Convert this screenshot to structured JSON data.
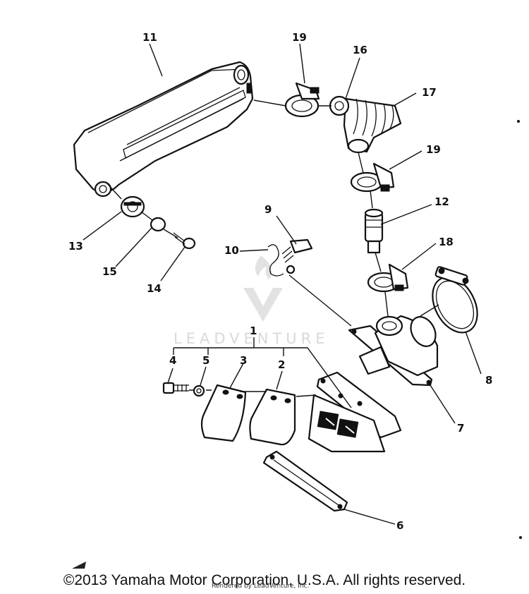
{
  "diagram": {
    "callouts": [
      {
        "id": "11",
        "label": "11"
      },
      {
        "id": "19a",
        "label": "19"
      },
      {
        "id": "16",
        "label": "16"
      },
      {
        "id": "17",
        "label": "17"
      },
      {
        "id": "19b",
        "label": "19"
      },
      {
        "id": "12",
        "label": "12"
      },
      {
        "id": "18",
        "label": "18"
      },
      {
        "id": "9",
        "label": "9"
      },
      {
        "id": "10",
        "label": "10"
      },
      {
        "id": "13",
        "label": "13"
      },
      {
        "id": "15",
        "label": "15"
      },
      {
        "id": "14",
        "label": "14"
      },
      {
        "id": "1",
        "label": "1"
      },
      {
        "id": "4",
        "label": "4"
      },
      {
        "id": "5",
        "label": "5"
      },
      {
        "id": "3",
        "label": "3"
      },
      {
        "id": "2",
        "label": "2"
      },
      {
        "id": "8",
        "label": "8"
      },
      {
        "id": "7",
        "label": "7"
      },
      {
        "id": "6",
        "label": "6"
      }
    ],
    "watermark": "LEADVENTURE"
  },
  "footer": {
    "copyright": "©2013 Yamaha Motor Corporation, U.S.A. All rights reserved.",
    "rendered_by": "Rendered by LeadVenture, Inc."
  }
}
